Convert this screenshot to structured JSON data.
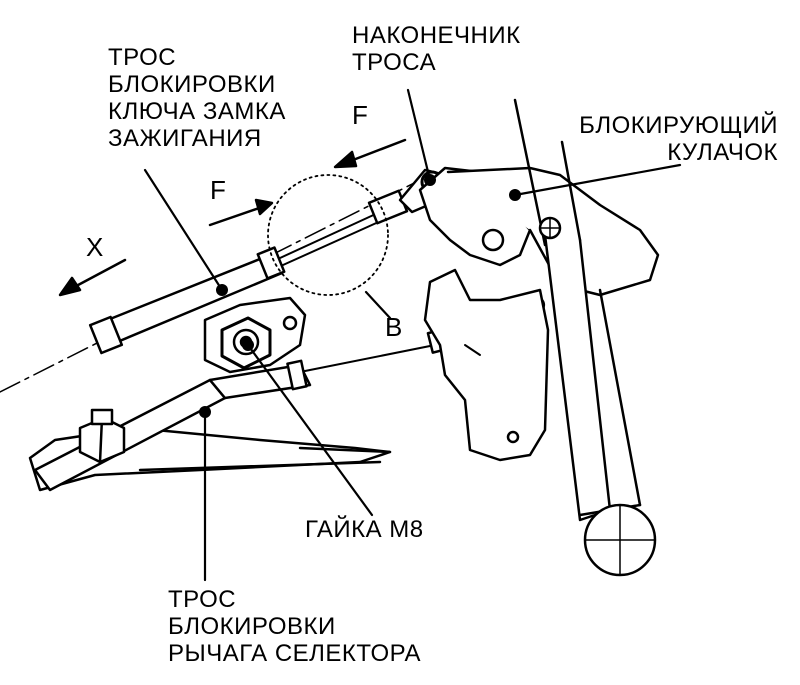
{
  "labels": {
    "cable_ignition": [
      "ТРОС",
      "БЛОКИРОВКИ",
      "КЛЮЧА ЗАМКА",
      "ЗАЖИГАНИЯ"
    ],
    "cable_tip": [
      "НАКОНЕЧНИК",
      "ТРОСА"
    ],
    "locking_cam": [
      "БЛОКИРУЮЩИЙ",
      "КУЛАЧОК"
    ],
    "nut": "ГАЙКА М8",
    "cable_selector": [
      "ТРОС",
      "БЛОКИРОВКИ",
      "РЫЧАГА СЕЛЕКТОРА"
    ]
  },
  "letters": {
    "force_top": "F",
    "force_left": "F",
    "direction": "X",
    "detail": "B"
  },
  "colors": {
    "ink": "#000000",
    "paper": "#ffffff"
  }
}
